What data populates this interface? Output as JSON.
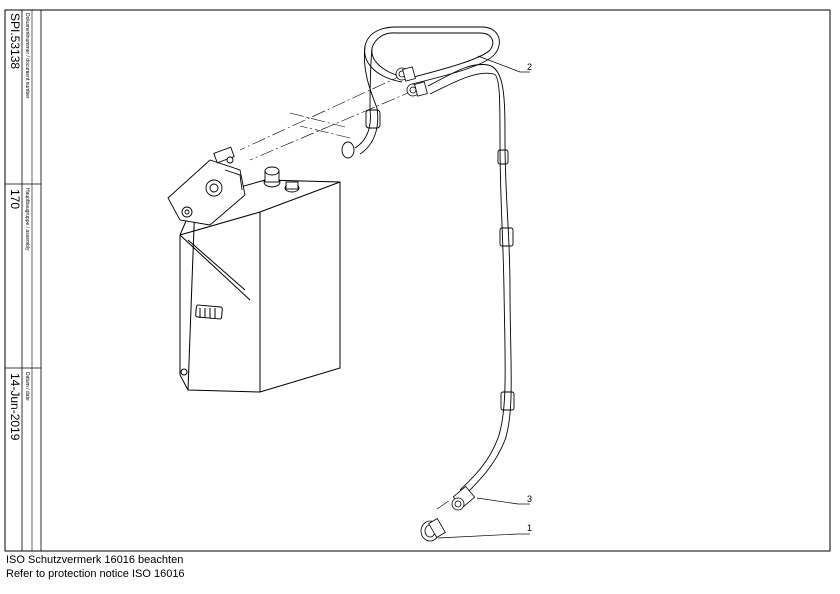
{
  "title_block": {
    "document_number_label": "Dokumentnummer / document number",
    "document_number": "SPI.53138",
    "assembly_label": "Hauptbaugruppe / assembly",
    "assembly": "170",
    "date_label": "Datum / date",
    "date": "14-Jun-2019"
  },
  "callouts": {
    "item_1": "1",
    "item_2": "2",
    "item_3": "3"
  },
  "footer": {
    "notice_de": "ISO Schutzvermerk 16016 beachten",
    "notice_en": "Refer to protection notice ISO 16016"
  }
}
